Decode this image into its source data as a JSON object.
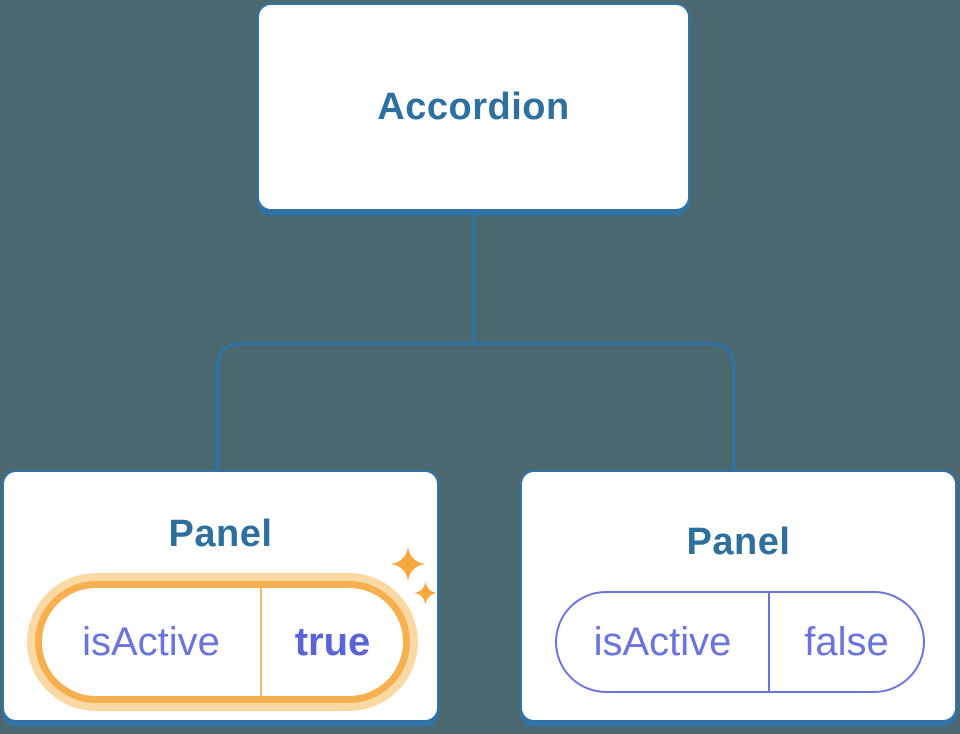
{
  "colors": {
    "background": "#4C6971",
    "node_border_blue": "#3173A6",
    "node_text_blue": "#2F6F9E",
    "connector_blue": "#2E72A6",
    "state_purple": "#6A73DE",
    "state_value_purple": "#5A64D6",
    "highlight_orange": "#F7B050",
    "highlight_glow": "#FBD9A4",
    "highlight_divider": "#F2BA6E",
    "sparkle_orange": "#F6A93C"
  },
  "tree": {
    "root": {
      "label": "Accordion"
    },
    "panels": [
      {
        "title": "Panel",
        "state_name": "isActive",
        "state_value": "true",
        "highlighted": "true"
      },
      {
        "title": "Panel",
        "state_name": "isActive",
        "state_value": "false",
        "highlighted": "false"
      }
    ]
  }
}
